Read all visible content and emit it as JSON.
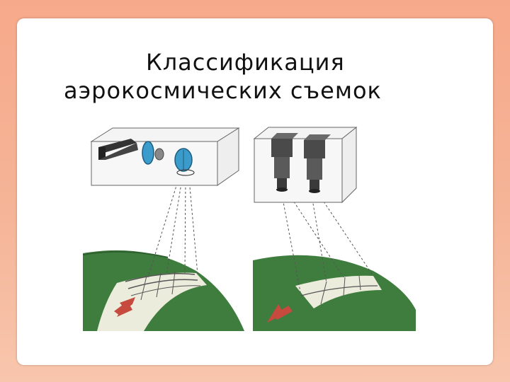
{
  "slide": {
    "title_line1": "Классификация",
    "title_line2": "аэрокосмических съемок"
  },
  "figure": {
    "left_panel": {
      "icon": "scanner-satellite"
    },
    "right_panel": {
      "icon": "camera-satellite"
    },
    "colors": {
      "earth": "#3f7d3f",
      "swath": "#ececdc",
      "arrow": "#c64a3e",
      "lens": "#3b9ccc"
    }
  }
}
